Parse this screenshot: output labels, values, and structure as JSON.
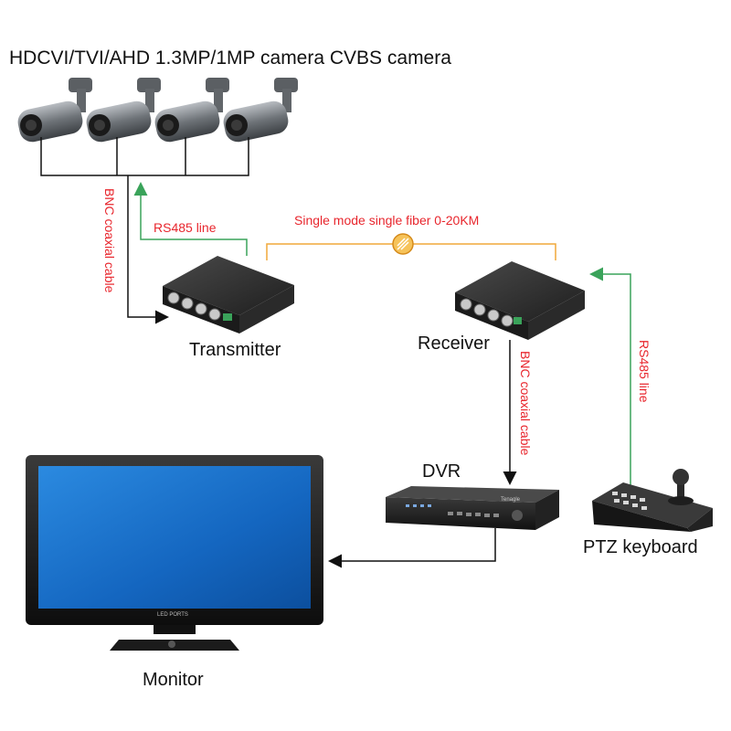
{
  "title": "HDCVI/TVI/AHD 1.3MP/1MP camera CVBS camera",
  "labels": {
    "transmitter": "Transmitter",
    "receiver": "Receiver",
    "dvr": "DVR",
    "ptz_keyboard": "PTZ keyboard",
    "monitor": "Monitor",
    "bnc_left": "BNC coaxial cable",
    "bnc_right": "BNC coaxial cable",
    "rs485_left": "RS485 line",
    "rs485_right": "RS485 line",
    "fiber": "Single mode single fiber 0-20KM",
    "monitor_brand": "LED PORTS",
    "dvr_brand": "Tenagle"
  },
  "colors": {
    "black_line": "#111111",
    "green_line": "#3aa35a",
    "orange_line": "#f0a93a",
    "red_text": "#e8262d",
    "screen_blue": "#1a6fc9",
    "device_dark": "#2b2b2b"
  },
  "cameras_count": 4
}
